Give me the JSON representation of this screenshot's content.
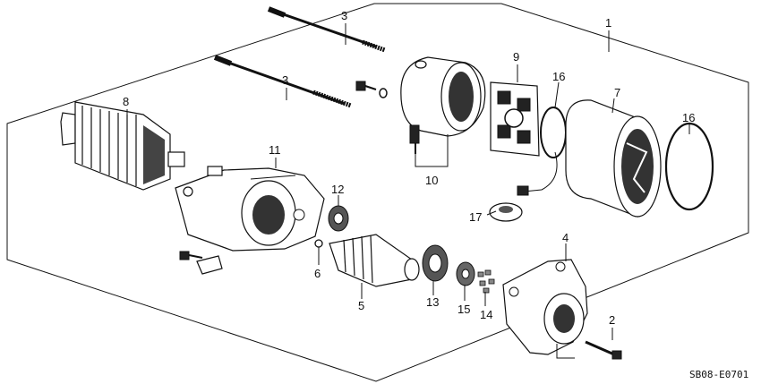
{
  "diagram": {
    "code": "SB08-E0701",
    "callouts": [
      "1",
      "2",
      "3",
      "3",
      "4",
      "5",
      "6",
      "7",
      "8",
      "9",
      "10",
      "11",
      "12",
      "13",
      "14",
      "15",
      "16",
      "16",
      "17"
    ]
  }
}
